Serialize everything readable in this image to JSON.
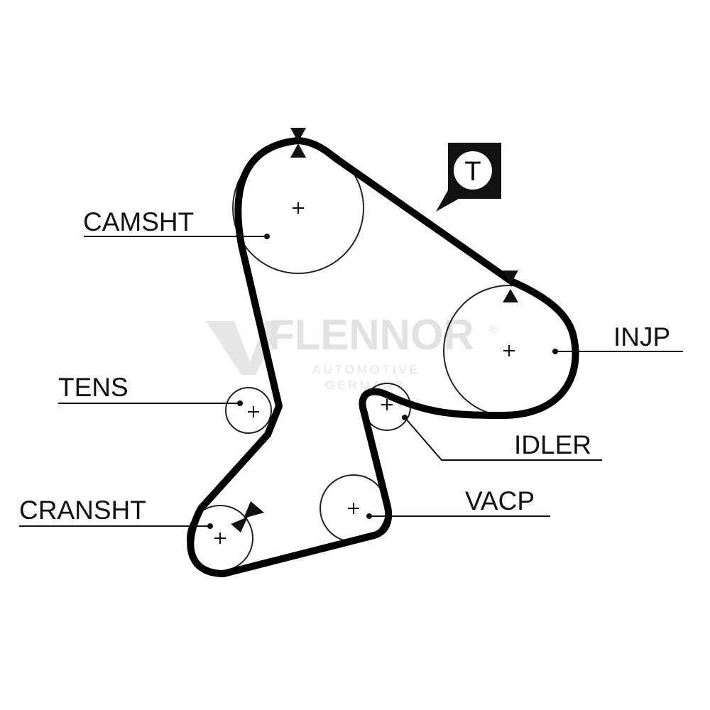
{
  "watermark": {
    "brand": "FLENNOR",
    "registered": "®",
    "line1": "AUTOMOTIVE",
    "line2": "GERMANY"
  },
  "tensioner_badge": {
    "letter": "T"
  },
  "labels": {
    "camshaft": "CAMSHT",
    "injection_pump": "INJP",
    "tensioner": "TENS",
    "idler": "IDLER",
    "vacuum_pump": "VACP",
    "crankshaft": "CRANSHT"
  },
  "colors": {
    "ink": "#000000",
    "background": "#ffffff",
    "watermark": "#e2e2e2"
  }
}
